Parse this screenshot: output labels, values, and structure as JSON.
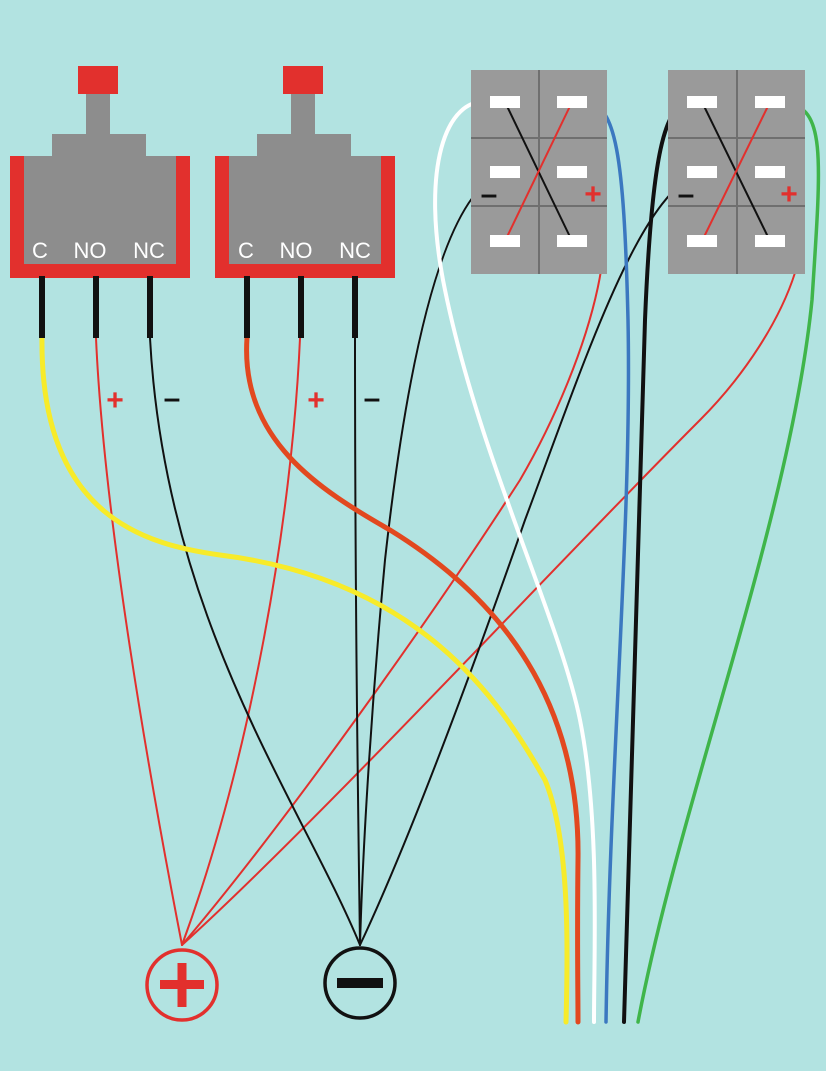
{
  "colors": {
    "background": "#b2e3e1",
    "toggle_red": "#e2302d",
    "toggle_gray": "#8d8d8d",
    "toggle_shade": "#7a7a7a",
    "block_gray": "#9a9a9a",
    "block_line": "#6f6f6f",
    "terminal": "#ffffff",
    "wire_yellow": "#f7eb2a",
    "wire_orange": "#e2481f",
    "wire_red": "#e2302d",
    "wire_black": "#111111",
    "wire_white": "#ffffff",
    "wire_blue": "#3b78c0",
    "wire_green": "#3fb54a"
  },
  "toggle_switches": [
    {
      "pin_labels": [
        "C",
        "NO",
        "NC"
      ],
      "wire_signs": [
        "+",
        "–"
      ]
    },
    {
      "pin_labels": [
        "C",
        "NO",
        "NC"
      ],
      "wire_signs": [
        "+",
        "–"
      ]
    }
  ],
  "terminal_blocks": [
    {
      "polarity_labels": [
        "–",
        "+"
      ]
    },
    {
      "polarity_labels": [
        "–",
        "+"
      ]
    }
  ],
  "bus_symbols": {
    "positive": {
      "icon": "plus-in-circle",
      "color": "#e2302d"
    },
    "negative": {
      "icon": "minus-in-circle",
      "color": "#111111"
    }
  },
  "output_wires": [
    "yellow",
    "orange",
    "white",
    "blue",
    "black",
    "green"
  ]
}
